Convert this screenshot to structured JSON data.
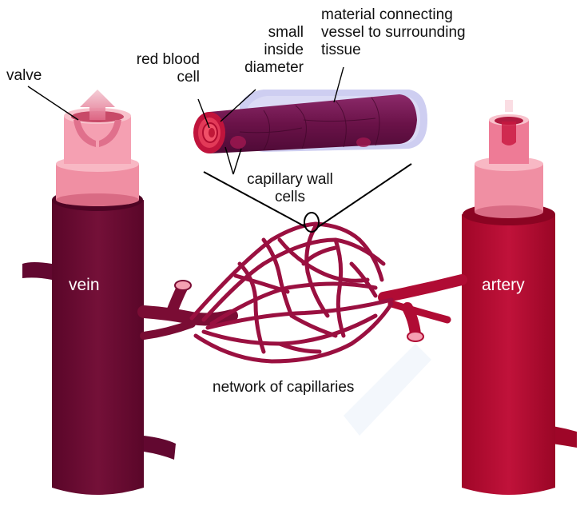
{
  "labels": {
    "valve": "valve",
    "red_blood_cell": "red blood\ncell",
    "small_inside_diameter": "small\ninside\ndiameter",
    "material_connecting": "material connecting\nvessel to surrounding\ntissue",
    "capillary_wall_cells": "capillary wall\ncells",
    "vein": "vein",
    "artery": "artery",
    "network": "network of capillaries"
  },
  "colors": {
    "vein": "#6e0a36",
    "vein_dark": "#560628",
    "artery": "#b0082e",
    "artery_dark": "#8e0624",
    "capillary": "#9e1240",
    "cuff_pink": "#f08fa3",
    "cuff_light": "#f8b8c4",
    "capillary_tube": "#7a1650",
    "tissue_halo": "#b8b8e8"
  }
}
